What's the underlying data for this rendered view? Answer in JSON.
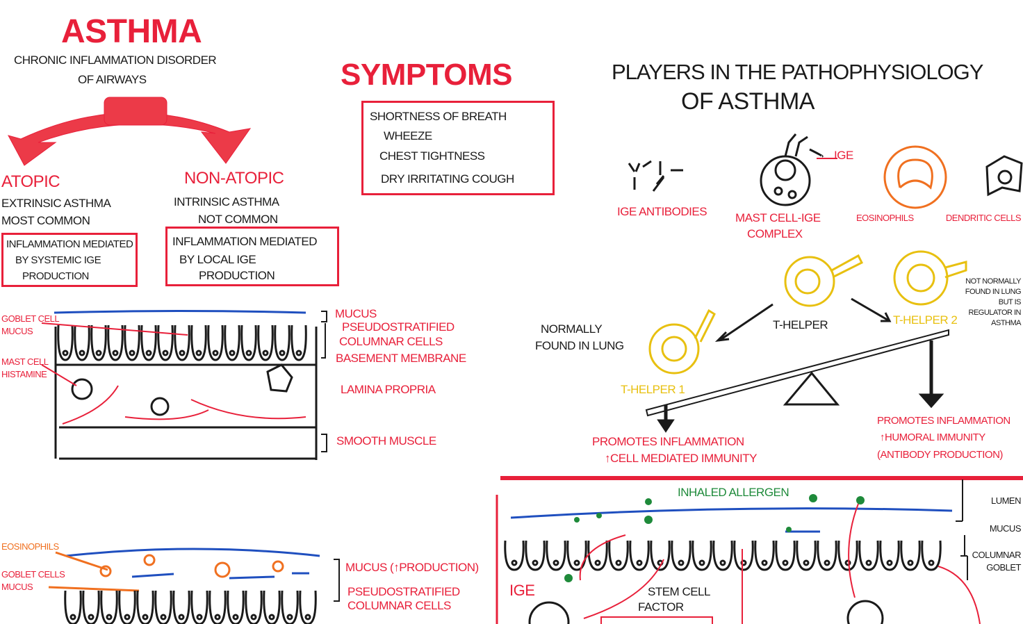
{
  "asthma": {
    "title": "ASTHMA",
    "subtitle_line1": "CHRONIC INFLAMMATION DISORDER",
    "subtitle_line2": "OF AIRWAYS",
    "atopic": {
      "title": "ATOPIC",
      "line1": "EXTRINSIC ASTHMA",
      "line2": "MOST COMMON",
      "box": [
        "INFLAMMATION MEDIATED",
        "BY SYSTEMIC IgE",
        "PRODUCTION"
      ]
    },
    "non_atopic": {
      "title": "NON-ATOPIC",
      "line1": "INTRINSIC ASTHMA",
      "line2": "NOT COMMON",
      "box": [
        "INFLAMMATION MEDIATED",
        "BY LOCAL IgE",
        "PRODUCTION"
      ]
    }
  },
  "symptoms": {
    "title": "SYMPTOMS",
    "items": [
      "SHORTNESS OF BREATH",
      "WHEEZE",
      "CHEST TIGHTNESS",
      "DRY IRRITATING COUGH"
    ]
  },
  "airway_diagram": {
    "left_labels": [
      "GOBLET CELL",
      "MUCUS",
      "MAST CELL",
      "HISTAMINE"
    ],
    "right_labels": [
      "MUCUS",
      "PSEUDOSTRATIFIED",
      "COLUMNAR CELLS",
      "BASEMENT MEMBRANE",
      "LAMINA PROPRIA",
      "SMOOTH MUSCLE"
    ]
  },
  "asthmatic_airway": {
    "left_labels": [
      "EOSINOPHILS",
      "GOBLET CELLS",
      "MUCUS"
    ],
    "right_labels": [
      "MUCUS (↑PRODUCTION)",
      "PSEUDOSTRATIFIED",
      "COLUMNAR CELLS"
    ]
  },
  "players": {
    "title_line1": "PLAYERS IN THE PATHOPHYSIOLOGY",
    "title_line2": "OF ASTHMA",
    "items": [
      "IgE ANTIBODIES",
      "MAST CELL-IgE",
      "COMPLEX",
      "EOSINOPHILS",
      "DENDRITIC CELLS"
    ],
    "ige_label": "IgE"
  },
  "t_helpers": {
    "t_helper": "T-HELPER",
    "th1": "T-HELPER 1",
    "th2": "T-HELPER 2",
    "th1_note": [
      "NORMALLY",
      "FOUND IN LUNG"
    ],
    "th2_note": [
      "NOT NORMALLY",
      "FOUND IN LUNG",
      "BUT IS",
      "REGULATOR IN",
      "ASTHMA"
    ],
    "th1_effect": [
      "PROMOTES INFLAMMATION",
      "↑CELL MEDIATED IMMUNITY"
    ],
    "th2_effect": [
      "PROMOTES INFLAMMATION",
      "↑HUMORAL IMMUNITY",
      "(ANTIBODY PRODUCTION)"
    ]
  },
  "allergen_diagram": {
    "inhaled_allergen": "INHALED ALLERGEN",
    "ige": "IgE",
    "stem_cell_factor": [
      "STEM CELL",
      "FACTOR"
    ],
    "right_labels": [
      "LUMEN",
      "MUCUS",
      "COLUMNAR",
      "GOBLET"
    ]
  },
  "colors": {
    "red": "#e8203a",
    "blue": "#1f4fbf",
    "orange": "#f07020",
    "yellow": "#e8c010",
    "green": "#1e8a3a"
  }
}
